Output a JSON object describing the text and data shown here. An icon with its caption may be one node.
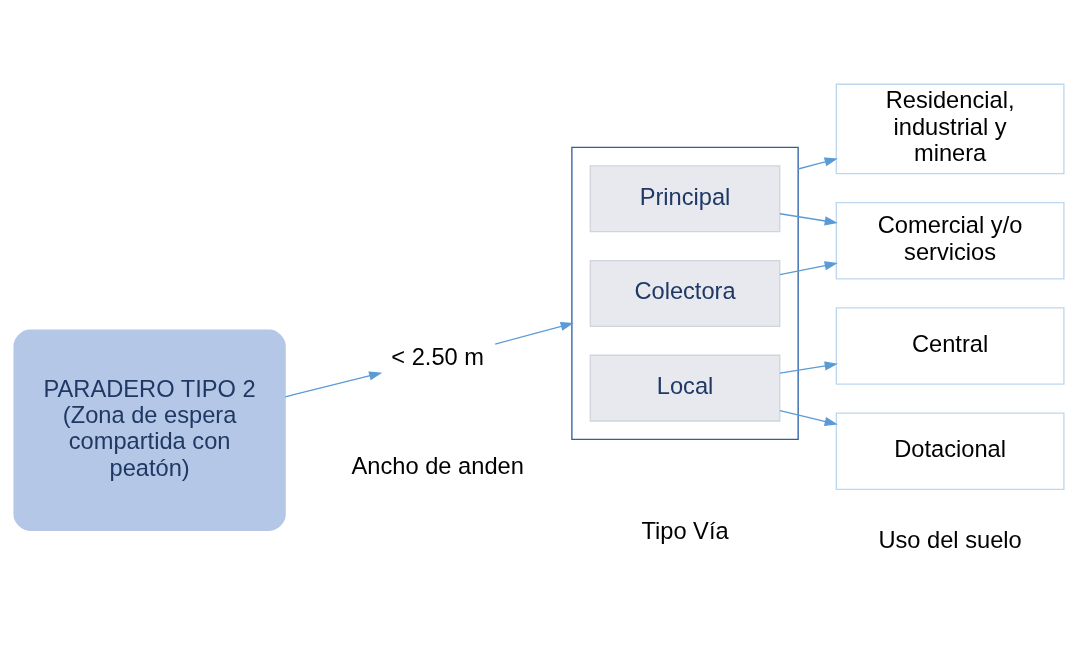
{
  "diagram": {
    "nodes": [
      {
        "text": [
          "PARADERO TIPO 2",
          "(Zona de espera compartida con peatón)"
        ]
      },
      {
        "text": [
          "< 2.50 m"
        ]
      },
      {
        "text": [],
        "shape": "box"
      },
      {
        "text": [
          "Principal"
        ],
        "in": 2
      },
      {
        "text": [
          "Colectora"
        ],
        "in": 2
      },
      {
        "text": [
          "Local"
        ],
        "in": 2
      },
      {
        "text": [
          "Residencial, industrial y minera"
        ]
      },
      {
        "text": [
          "Comercial y/o servicios"
        ]
      },
      {
        "text": [
          "Central"
        ]
      },
      {
        "text": [
          "Dotacional"
        ]
      }
    ],
    "edges": [
      {
        "from": 0,
        "to": 1,
        "arrow": "to"
      },
      {
        "from": 1,
        "to": 2,
        "arrow": "to"
      },
      {
        "from": 2,
        "to": 6,
        "arrow": "to"
      },
      {
        "from": 3,
        "to": 7,
        "arrow": "to"
      },
      {
        "from": 4,
        "to": 7,
        "arrow": "to"
      },
      {
        "from": 5,
        "to": 8,
        "arrow": "to"
      },
      {
        "from": 5,
        "to": 9,
        "arrow": "to"
      }
    ],
    "labels": [
      "Ancho de anden",
      "Tipo Vía",
      "Uso del suelo"
    ]
  }
}
